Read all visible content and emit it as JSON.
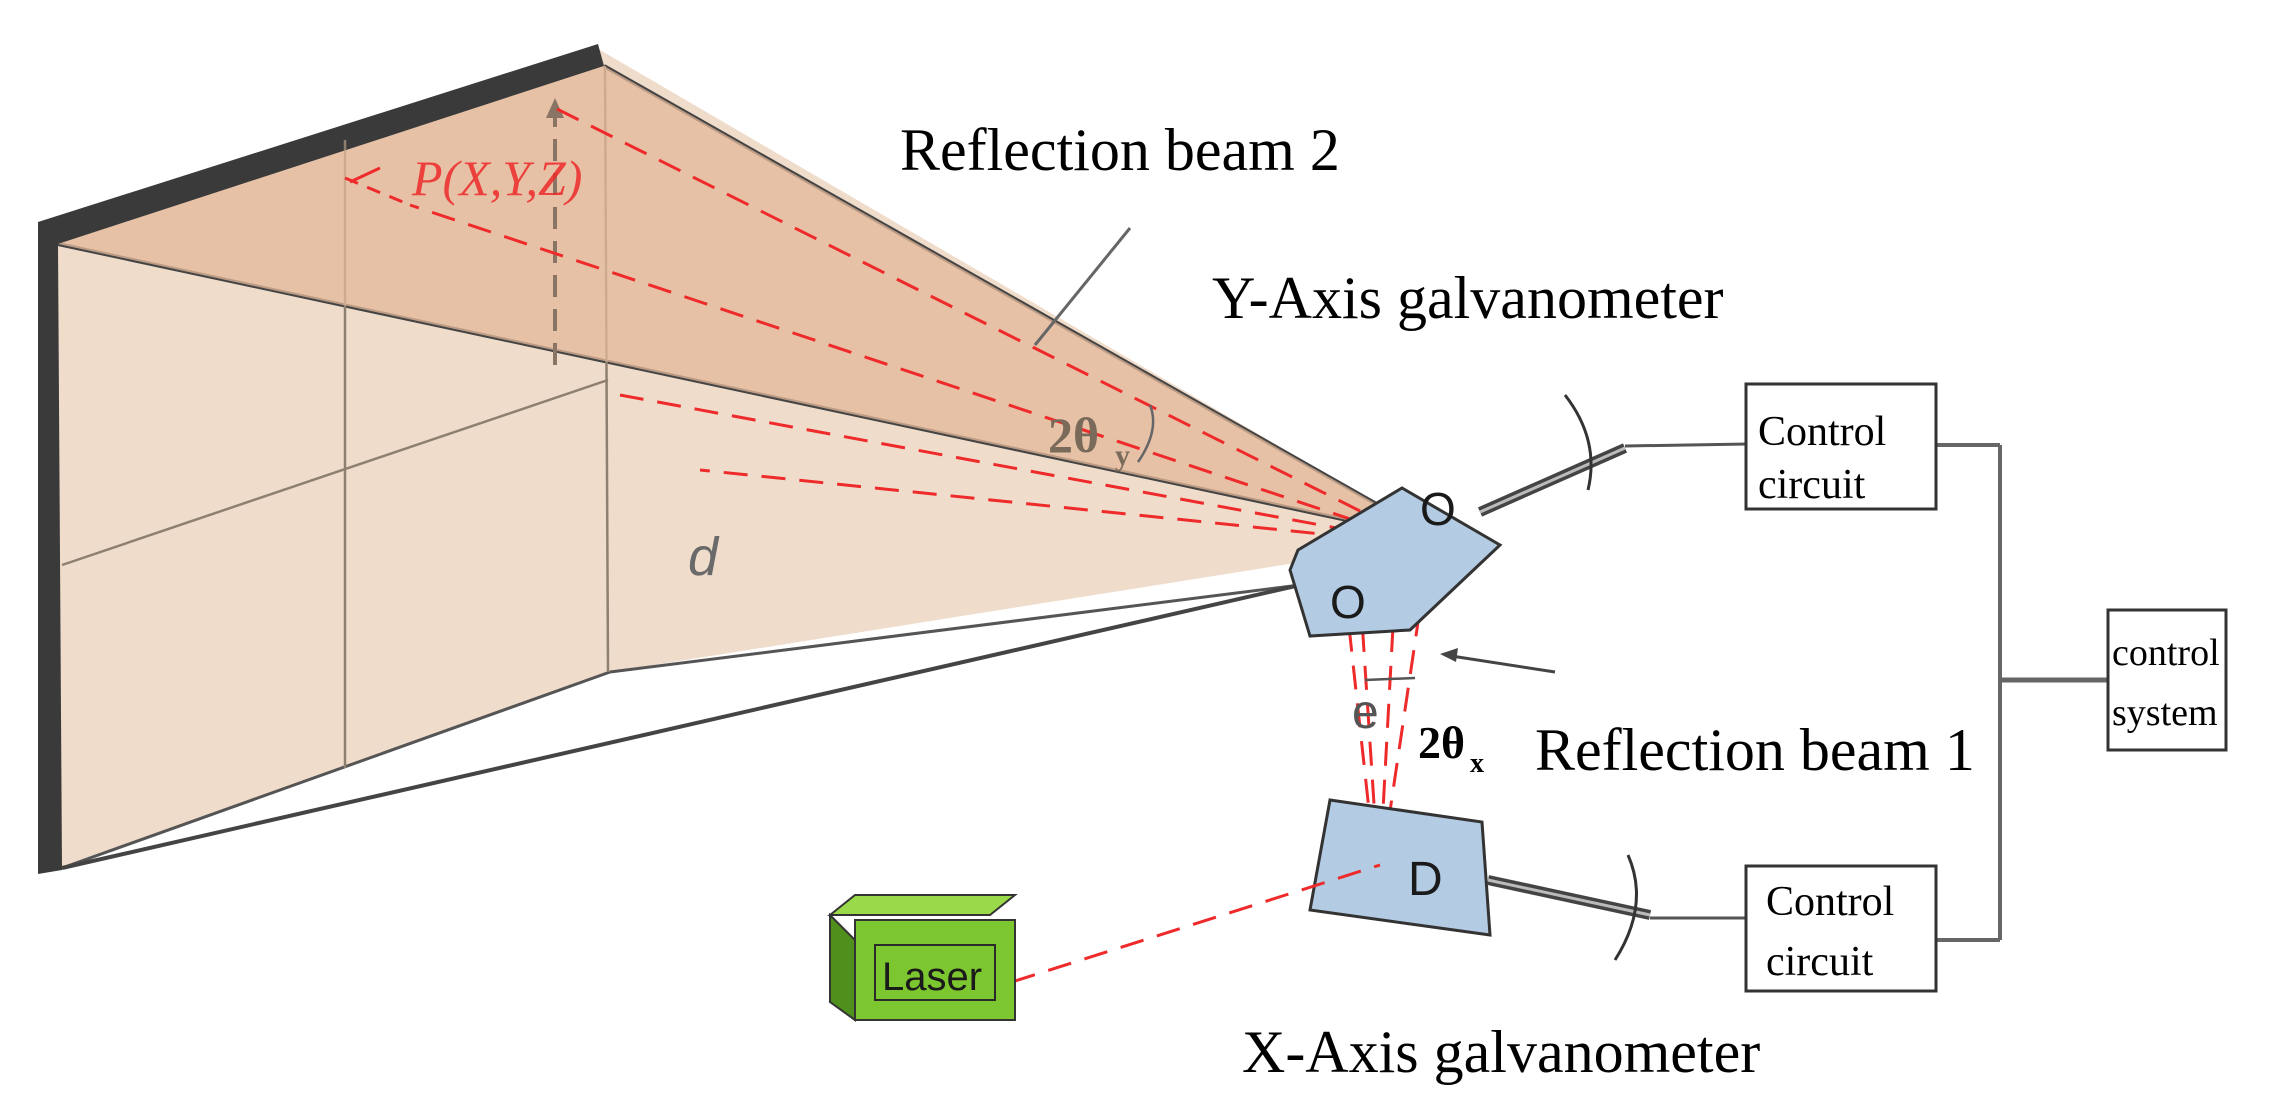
{
  "labels": {
    "reflection_beam_2": "Reflection beam 2",
    "y_axis_galvanometer": "Y-Axis galvanometer",
    "x_axis_galvanometer": "X-Axis galvanometer",
    "reflection_beam_1": "Reflection beam 1",
    "control_circuit_top": [
      "Control",
      "circuit"
    ],
    "control_circuit_bottom": [
      "Control",
      "circuit"
    ],
    "control_system": [
      "control",
      "system"
    ],
    "laser": "Laser",
    "point": "P(X,Y,Z)",
    "distance": "d",
    "angle_y": "2θ",
    "angle_y_sub": "y",
    "angle_x": "2θ",
    "angle_x_sub": "x",
    "offset": "e",
    "mirror_y": "O",
    "mirror_center": "O",
    "mirror_x": "D"
  },
  "colors": {
    "wall_fill": "#f0dccb",
    "beam_fill": "#e8c0a2",
    "wall_edge": "#444444",
    "laser_beam": "#ee2a2a",
    "mirror_fill": "#b3cbe3",
    "laser_box": "#7cc630",
    "laser_box_side": "#4f8f1c",
    "box_border": "#333333"
  }
}
